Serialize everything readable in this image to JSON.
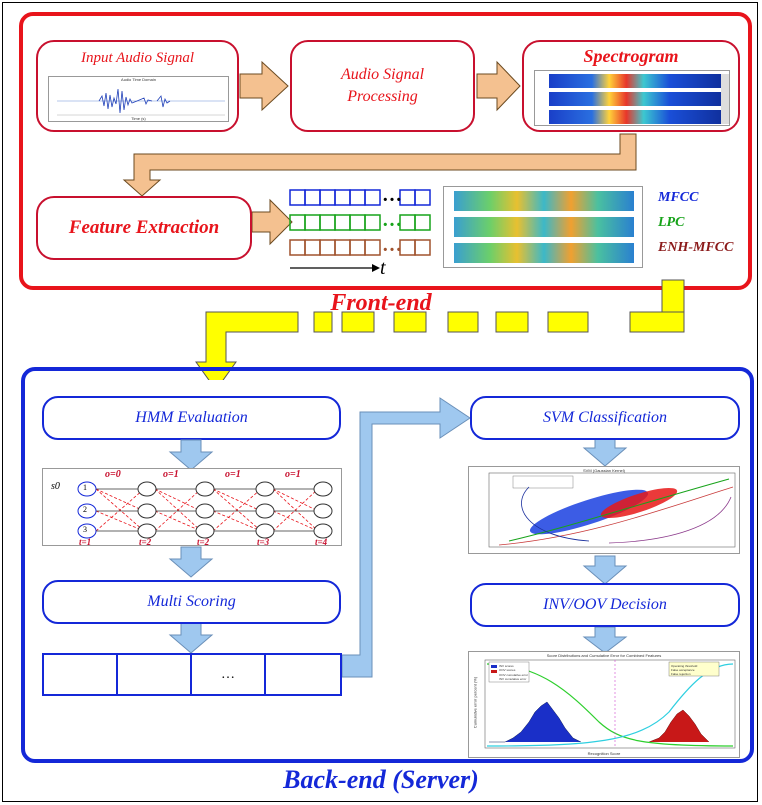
{
  "front": {
    "title": "Front-end",
    "input_label": "Input Audio Signal",
    "waveform_title": "Audio Time Domain",
    "waveform_xlabel": "Time (s)",
    "processing_label": "Audio Signal Processing",
    "spectrogram_label": "Spectrogram",
    "feature_label": "Feature Extraction",
    "dots": "…",
    "time_symbol": "t",
    "features": [
      {
        "name": "MFCC",
        "color": "#1428d8"
      },
      {
        "name": "LPC",
        "color": "#17a31a"
      },
      {
        "name": "ENH-MFCC",
        "color": "#8b1a1a"
      }
    ]
  },
  "back": {
    "title": "Back-end (Server)",
    "hmm_label": "HMM Evaluation",
    "multi_label": "Multi Scoring",
    "svm_label": "SVM Classification",
    "decision_label": "INV/OOV Decision",
    "score_dots": "…",
    "hmm": {
      "s0": "s0",
      "o_labels": [
        "o=0",
        "o=1",
        "o=1",
        "o=1"
      ],
      "t_labels": [
        "t=1",
        "t=2",
        "t=2",
        "t=3",
        "t=4"
      ],
      "states": [
        "1",
        "2",
        "3"
      ]
    },
    "histogram_title": "Score Distributions and Cumulative Error for Combined Features",
    "histogram_legend": [
      "INV scores",
      "OOV scores",
      "OOV cumulative error",
      "INV cumulative error"
    ],
    "histogram_box": [
      "Operating threshold",
      "False acceptance",
      "False rejection"
    ],
    "histogram_xlabel": "Recognition Score",
    "histogram_ylabel": "Cumulative error percent (%)",
    "svm_title": "SVM (Gaussian Kernel)"
  },
  "colors": {
    "front_border": "#e8141b",
    "back_border": "#1428d8",
    "arrow_orange": "#f4c190",
    "arrow_yellow": "#ffff00",
    "arrow_blue": "#9fc8ef"
  }
}
